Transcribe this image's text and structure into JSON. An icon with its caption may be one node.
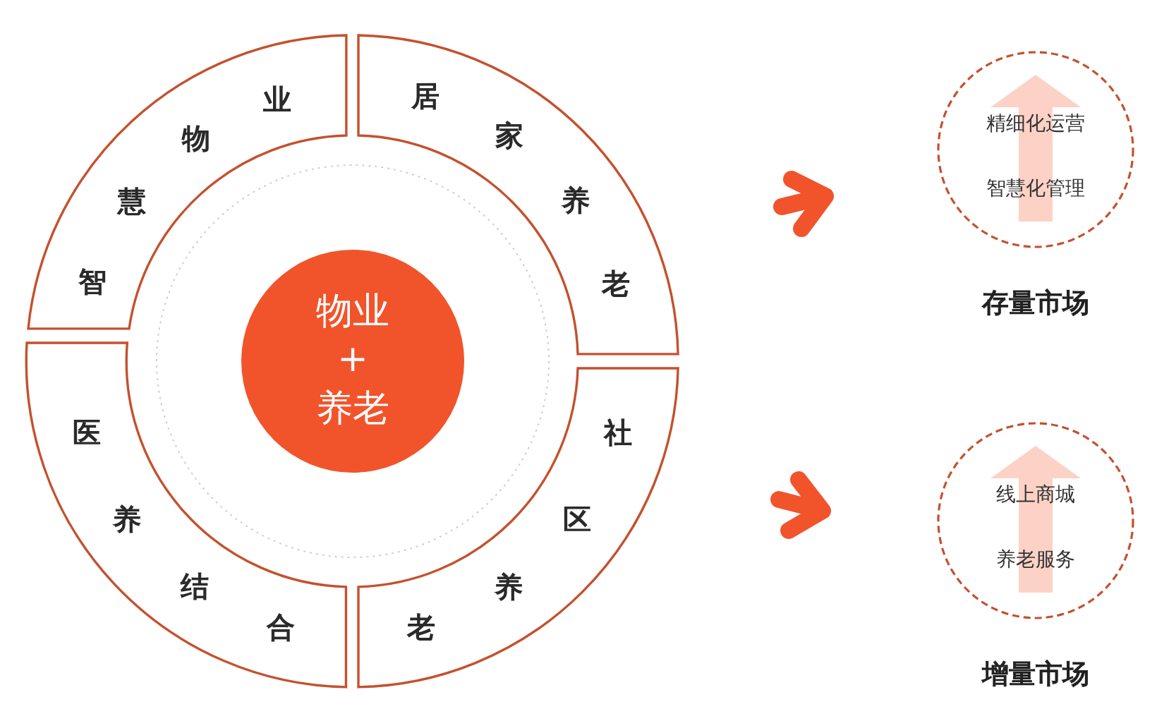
{
  "diagram": {
    "nodes": [
      {
        "text": [
          "智慧物业"
        ]
      },
      {
        "text": [
          "居家养老"
        ]
      },
      {
        "text": [
          "物业",
          "+",
          "养老"
        ]
      },
      {
        "text": [
          "医养结合"
        ]
      },
      {
        "text": [
          "社区养老"
        ]
      },
      {
        "text": [
          "精细化运营",
          "智慧化管理"
        ],
        "beside": [
          "存量市场"
        ]
      },
      {
        "text": [
          "线上商城",
          "养老服务"
        ],
        "beside": [
          "增量市场"
        ]
      }
    ]
  }
}
